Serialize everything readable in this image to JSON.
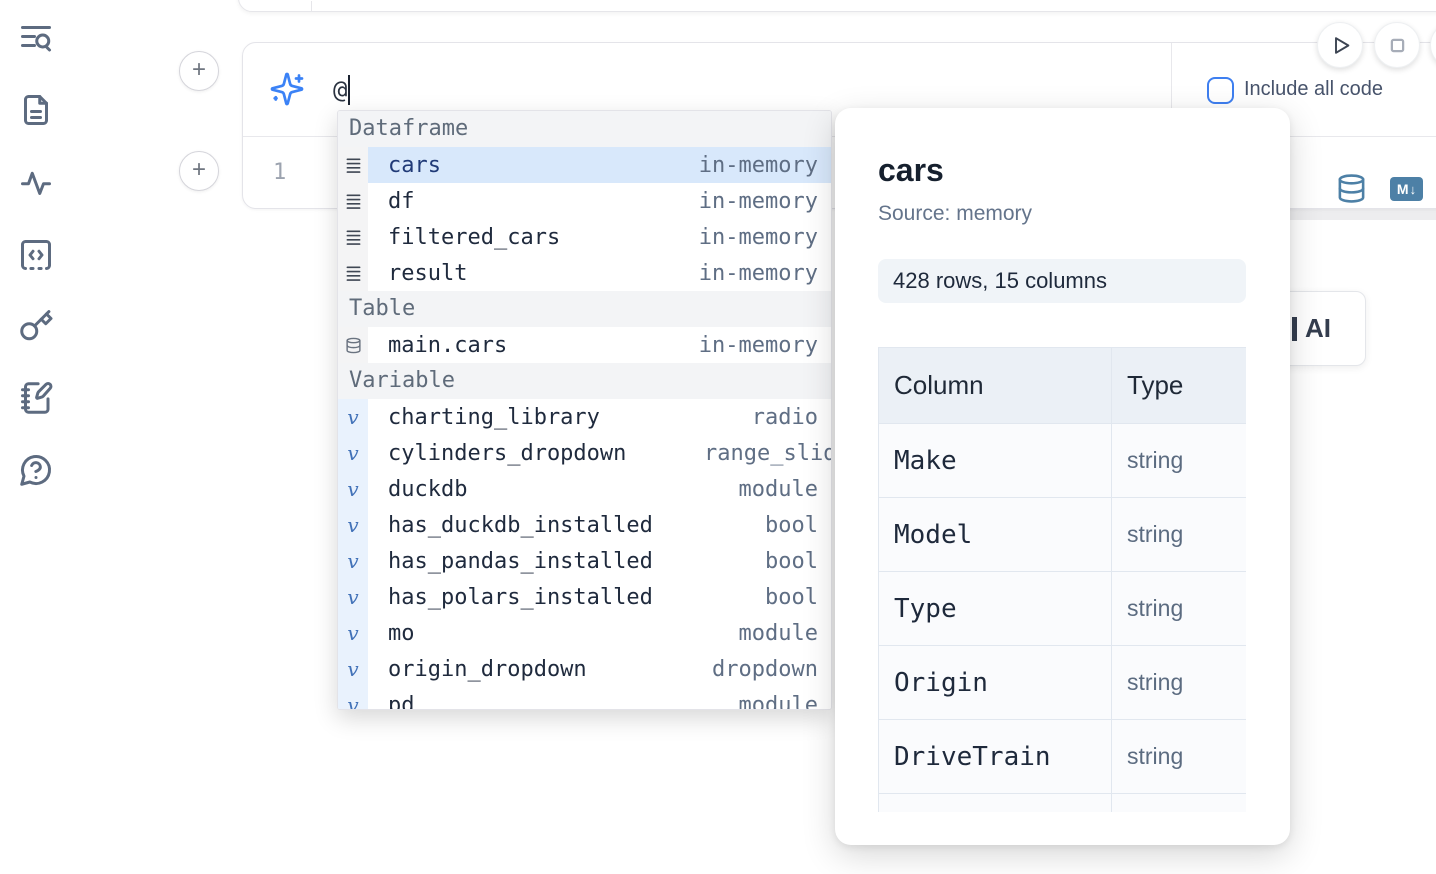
{
  "sidebar": {
    "icons": [
      {
        "name": "text-search-icon"
      },
      {
        "name": "file-document-icon"
      },
      {
        "name": "activity-icon"
      },
      {
        "name": "code-snippet-icon"
      },
      {
        "name": "key-icon"
      },
      {
        "name": "scratchpad-pen-icon"
      },
      {
        "name": "help-chat-icon"
      }
    ]
  },
  "cell": {
    "add_button_label": "+",
    "ai_input": {
      "value": "@"
    },
    "include_checkbox": {
      "label": "Include all code",
      "checked": false
    },
    "line_number": "1",
    "markdown_badge": {
      "letter": "M",
      "arrow": "↓"
    }
  },
  "autocomplete": {
    "sections": [
      {
        "label": "Dataframe",
        "icon": "dataframe-icon",
        "items": [
          {
            "name": "cars",
            "type": "in-memory",
            "selected": true
          },
          {
            "name": "df",
            "type": "in-memory"
          },
          {
            "name": "filtered_cars",
            "type": "in-memory"
          },
          {
            "name": "result",
            "type": "in-memory"
          }
        ]
      },
      {
        "label": "Table",
        "icon": "table-database-icon",
        "items": [
          {
            "name": "main.cars",
            "type": "in-memory"
          }
        ]
      },
      {
        "label": "Variable",
        "icon": "variable-icon",
        "items": [
          {
            "name": "charting_library",
            "type": "radio"
          },
          {
            "name": "cylinders_dropdown",
            "type": "range_slider",
            "clipped": true
          },
          {
            "name": "duckdb",
            "type": "module"
          },
          {
            "name": "has_duckdb_installed",
            "type": "bool"
          },
          {
            "name": "has_pandas_installed",
            "type": "bool"
          },
          {
            "name": "has_polars_installed",
            "type": "bool"
          },
          {
            "name": "mo",
            "type": "module"
          },
          {
            "name": "origin_dropdown",
            "type": "dropdown"
          },
          {
            "name": "pd",
            "type": "module",
            "partial": true
          }
        ]
      }
    ]
  },
  "preview_panel": {
    "title": "cars",
    "source": "Source: memory",
    "shape_badge": "428 rows, 15 columns",
    "table": {
      "headers": [
        "Column",
        "Type"
      ],
      "rows": [
        [
          "Make",
          "string"
        ],
        [
          "Model",
          "string"
        ],
        [
          "Type",
          "string"
        ],
        [
          "Origin",
          "string"
        ],
        [
          "DriveTrain",
          "string"
        ]
      ]
    }
  },
  "ai_card": {
    "visible_label": "AI"
  },
  "colors": {
    "accent_blue": "#3b82f6",
    "steel_icon_blue": "#4d80a6",
    "selection_blue": "#d8e8fb",
    "checkbox_blue": "#3e7ff0"
  }
}
